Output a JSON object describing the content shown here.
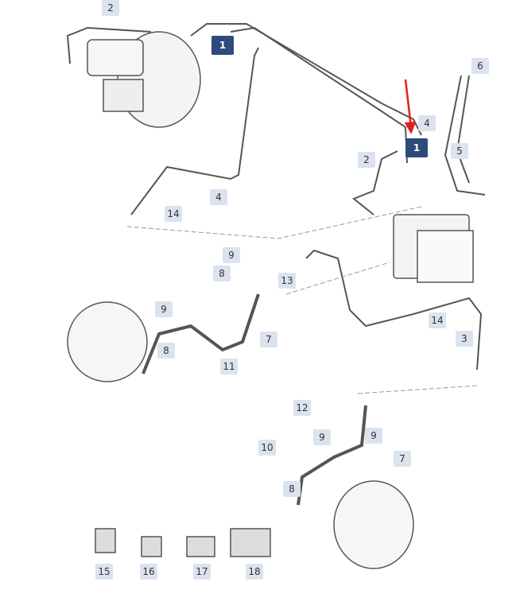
{
  "colors": {
    "label_bg": "#dbe3ef",
    "label_dark_bg": "#2e4a7d",
    "arrow": "#e0201e",
    "line": "#555555"
  },
  "labels": [
    {
      "id": "l1",
      "text": "2"
    },
    {
      "id": "l2",
      "text": "1",
      "dark": true
    },
    {
      "id": "l3",
      "text": "6"
    },
    {
      "id": "l4",
      "text": "4"
    },
    {
      "id": "l5",
      "text": "1",
      "dark": true
    },
    {
      "id": "l6",
      "text": "5"
    },
    {
      "id": "l7",
      "text": "2"
    },
    {
      "id": "l8",
      "text": "14"
    },
    {
      "id": "l9",
      "text": "4"
    },
    {
      "id": "l10",
      "text": "9"
    },
    {
      "id": "l11",
      "text": "8"
    },
    {
      "id": "l12",
      "text": "13"
    },
    {
      "id": "l13",
      "text": "9"
    },
    {
      "id": "l14",
      "text": "7"
    },
    {
      "id": "l15",
      "text": "8"
    },
    {
      "id": "l16",
      "text": "11"
    },
    {
      "id": "l17",
      "text": "14"
    },
    {
      "id": "l18",
      "text": "3"
    },
    {
      "id": "l19",
      "text": "12"
    },
    {
      "id": "l20",
      "text": "9"
    },
    {
      "id": "l21",
      "text": "9"
    },
    {
      "id": "l22",
      "text": "10"
    },
    {
      "id": "l23",
      "text": "7"
    },
    {
      "id": "l24",
      "text": "8"
    },
    {
      "id": "l25",
      "text": "15"
    },
    {
      "id": "l26",
      "text": "16"
    },
    {
      "id": "l27",
      "text": "17"
    },
    {
      "id": "l28",
      "text": "18"
    }
  ]
}
